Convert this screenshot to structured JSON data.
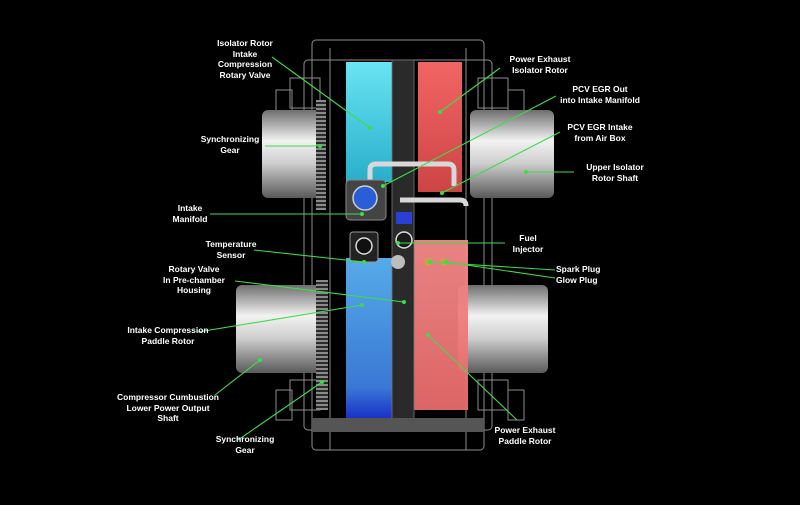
{
  "labels": {
    "isolator_rotor_intake": "Isolator Rotor\nIntake\nCompression\nRotary Valve",
    "power_exhaust_isolator": "Power Exhaust\nIsolator Rotor",
    "pcv_egr_out": "PCV EGR Out\ninto Intake Manifold",
    "pcv_egr_intake": "PCV EGR Intake\nfrom Air Box",
    "synchronizing_gear_top": "Synchronizing\nGear",
    "upper_isolator_shaft": "Upper Isolator\nRotor Shaft",
    "intake_manifold": "Intake\nManifold",
    "fuel_injector": "Fuel\nInjector",
    "temperature_sensor": "Temperature\nSensor",
    "spark_plug": "Spark Plug",
    "glow_plug": "Glow Plug",
    "rotary_valve_prechamber": "Rotary Valve\nIn Pre-chamber\nHousing",
    "intake_compression_paddle": "Intake Compression\nPaddle Rotor",
    "compressor_lower_shaft": "Compressor Cumbustion\nLower Power Output\nShaft",
    "power_exhaust_paddle": "Power Exhaust\nPaddle Rotor",
    "synchronizing_gear_bottom": "Synchronizing\nGear"
  },
  "colors": {
    "background": "#000000",
    "leader": "#3ddc4a",
    "intake_rotor": "#40d8e8",
    "exhaust_rotor": "#e85a5a",
    "paddle_intake": "#4aa0e8",
    "paddle_exhaust": "#f07a7a",
    "metal": "#c8c8c8"
  }
}
